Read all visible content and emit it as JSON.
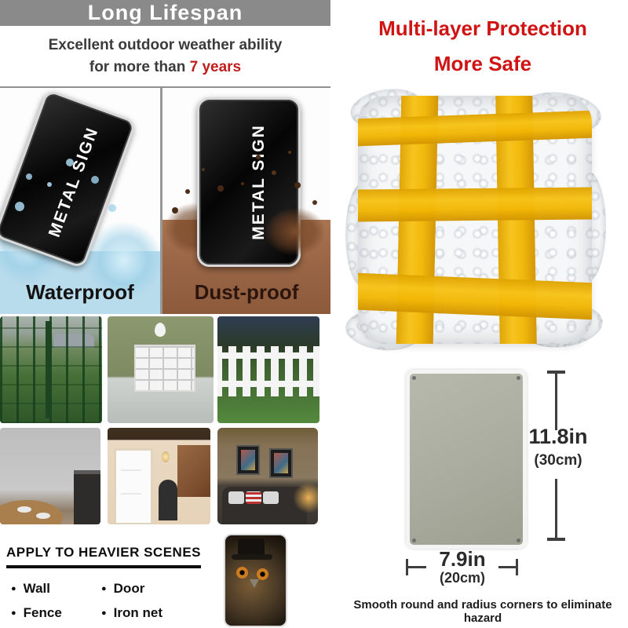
{
  "left": {
    "banner": {
      "title": "Long Lifespan",
      "bg_color": "#8a8a8a"
    },
    "subtitle": {
      "line1": "Excellent outdoor weather ability",
      "line2_prefix": "for more than ",
      "line2_highlight": "7 years",
      "highlight_color": "#c21d1d"
    },
    "panels": [
      {
        "name": "waterproof",
        "sign_text": "METAL SIGN",
        "label": "Waterproof",
        "zone_color": "#b9dcec"
      },
      {
        "name": "dustproof",
        "sign_text": "METAL SIGN",
        "label": "Dust-proof",
        "zone_color": "#9b6747"
      }
    ],
    "photos": [
      {
        "name": "metal-fence-photo"
      },
      {
        "name": "garage-door-photo"
      },
      {
        "name": "picket-fence-photo"
      },
      {
        "name": "dining-room-photo"
      },
      {
        "name": "hallway-photo"
      },
      {
        "name": "living-room-photo"
      }
    ],
    "apply_section": {
      "title": "APPLY TO HEAVIER SCENES",
      "bullet": "●",
      "items": [
        "Wall",
        "Door",
        "Fence",
        "Iron net"
      ]
    },
    "owl_poster": {
      "name": "owl-top-hat-sign-example"
    }
  },
  "right": {
    "title_line1": "Multi-layer Protection",
    "title_line2": "More Safe",
    "title_color": "#d01414",
    "package": {
      "name": "bubble-wrap-package",
      "tape_color": "#f2b705"
    },
    "sign_figure": {
      "height_label": "11.8in",
      "height_sub": "(30cm)",
      "width_label": "7.9in",
      "width_sub": "(20cm)",
      "sign_color": "#a9ac9e"
    },
    "caption": "Smooth round and radius corners to eliminate hazard"
  }
}
